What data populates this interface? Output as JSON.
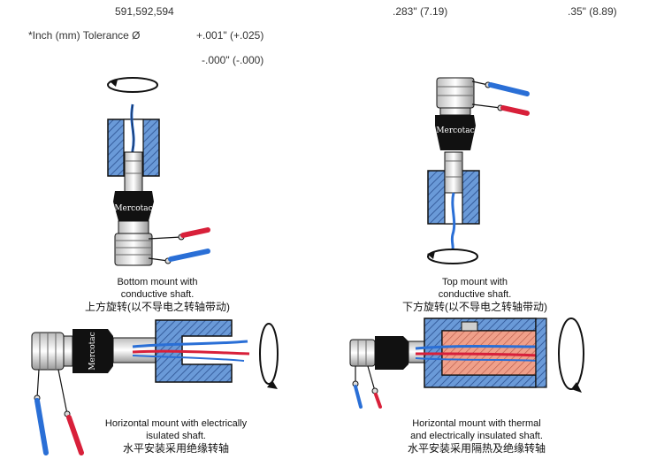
{
  "header": {
    "part_numbers": "591,592,594",
    "dim_1": ".283\" (7.19)",
    "dim_2": ".35\" (8.89)",
    "tolerance_label": "*Inch (mm) Tolerance Ø",
    "tolerance_plus": "+.001\" (+.025)",
    "tolerance_minus": "-.000\" (-.000)"
  },
  "diagrams": {
    "bottom_mount": {
      "line1": "Bottom mount with",
      "line2": "conductive shaft.",
      "zh": "上方旋转(以不导电之转轴带动)"
    },
    "top_mount": {
      "line1": "Top mount with",
      "line2": "conductive shaft.",
      "zh": "下方旋转(以不导电之转轴带动)"
    },
    "horizontal_electric": {
      "line1": "Horizontal mount with electrically",
      "line2": "isulated shaft.",
      "zh": "水平安装采用绝缘转轴"
    },
    "horizontal_thermal": {
      "line1": "Horizontal mount with thermal",
      "line2": "and electrically insulated shaft.",
      "zh": "水平安装采用隔热及绝缘转轴"
    }
  },
  "logo_text": "Mercotac",
  "colors": {
    "shaft_blue": "#4a7fc1",
    "hatch_line": "#2a4f8f",
    "insulator": "#e8866a",
    "wire_blue": "#2a6fd6",
    "wire_red": "#d8203a",
    "connector_black": "#111111"
  }
}
